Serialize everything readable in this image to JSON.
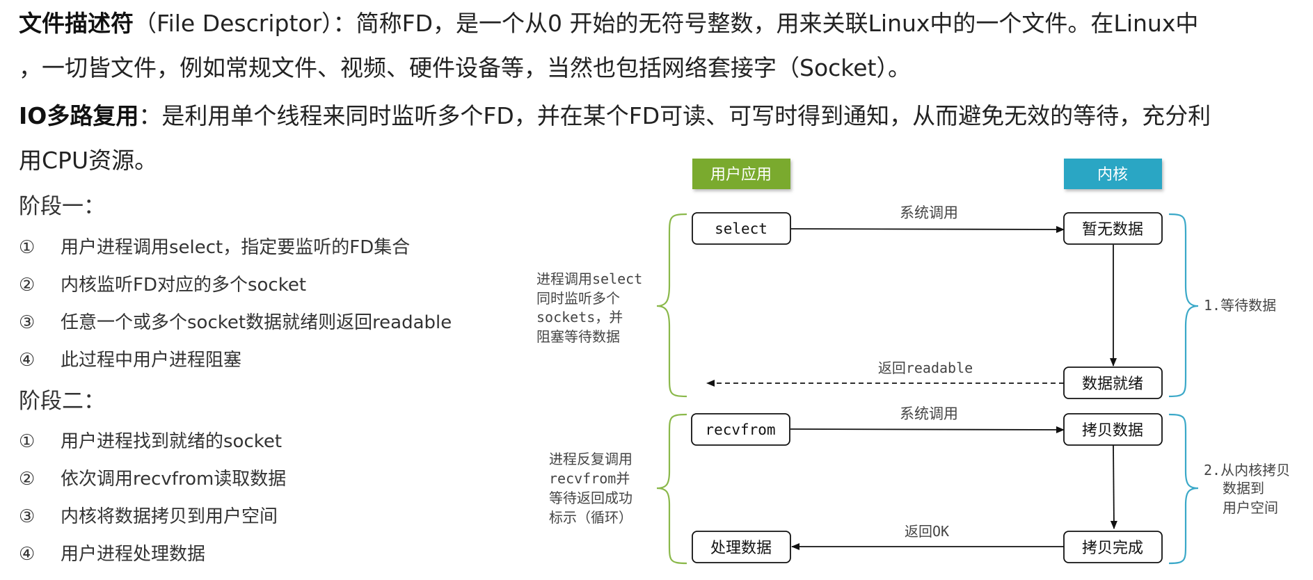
{
  "intro": {
    "fd_term": "文件描述符",
    "fd_text_1": "（File Descriptor）：简称FD，是一个从0 开始的无符号整数，用来关联Linux中的一个文件。在Linux中",
    "fd_text_2": "，一切皆文件，例如常规文件、视频、硬件设备等，当然也包括网络套接字（Socket）。",
    "io_term": "IO多路复用",
    "io_text_1": "：是利用单个线程来同时监听多个FD，并在某个FD可读、可写时得到通知，从而避免无效的等待，充分利",
    "io_text_2": "用CPU资源。"
  },
  "stage1": {
    "title": "阶段一：",
    "steps": [
      {
        "num": "①",
        "text": "用户进程调用select，指定要监听的FD集合"
      },
      {
        "num": "②",
        "text": "内核监听FD对应的多个socket"
      },
      {
        "num": "③",
        "text": "任意一个或多个socket数据就绪则返回readable"
      },
      {
        "num": "④",
        "text": "此过程中用户进程阻塞"
      }
    ]
  },
  "stage2": {
    "title": "阶段二：",
    "steps": [
      {
        "num": "①",
        "text": "用户进程找到就绪的socket"
      },
      {
        "num": "②",
        "text": "依次调用recvfrom读取数据"
      },
      {
        "num": "③",
        "text": "内核将数据拷贝到用户空间"
      },
      {
        "num": "④",
        "text": "用户进程处理数据"
      }
    ]
  },
  "diagram": {
    "headers": {
      "user": "用户应用",
      "kernel": "内核"
    },
    "boxes": {
      "select": "select",
      "no_data": "暂无数据",
      "data_ready": "数据就绪",
      "recvfrom": "recvfrom",
      "copy_data": "拷贝数据",
      "process_data": "处理数据",
      "copy_done": "拷贝完成"
    },
    "labels": {
      "syscall_1": "系统调用",
      "return_readable": "返回readable",
      "syscall_2": "系统调用",
      "return_ok": "返回OK"
    },
    "left_notes": {
      "stage1": [
        "进程调用select",
        "同时监听多个",
        "sockets，并",
        "阻塞等待数据"
      ],
      "stage2": [
        "进程反复调用",
        "recvfrom并",
        "等待返回成功",
        "标示（循环）"
      ]
    },
    "right_notes": {
      "stage1": [
        "1.等待数据"
      ],
      "stage2": [
        "2.从内核拷贝",
        "数据到",
        "用户空间"
      ]
    },
    "colors": {
      "user_header": "#7aaa2e",
      "kernel_header": "#2aa6c4",
      "left_brace": "#8ab84a",
      "right_brace": "#3aa8c8"
    }
  }
}
